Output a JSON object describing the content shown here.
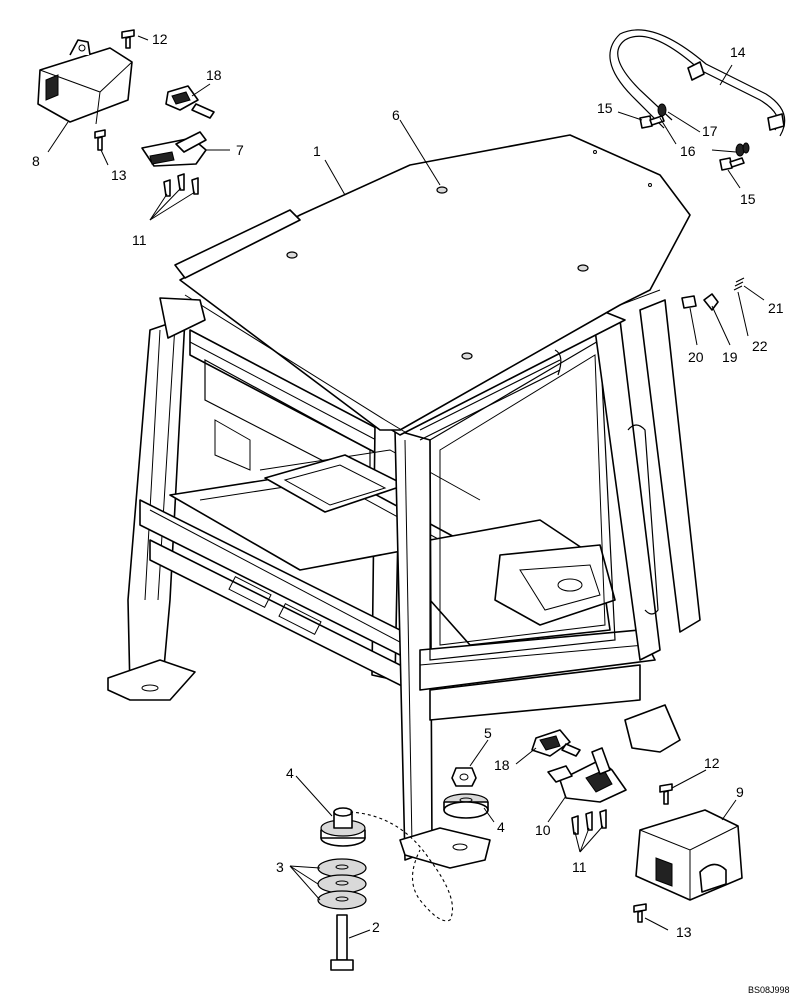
{
  "drawing_code": "BS08J998",
  "callouts": [
    {
      "id": "c1",
      "label": "1"
    },
    {
      "id": "c2",
      "label": "2"
    },
    {
      "id": "c3",
      "label": "3"
    },
    {
      "id": "c4a",
      "label": "4"
    },
    {
      "id": "c4b",
      "label": "4"
    },
    {
      "id": "c5",
      "label": "5"
    },
    {
      "id": "c6",
      "label": "6"
    },
    {
      "id": "c7",
      "label": "7"
    },
    {
      "id": "c8",
      "label": "8"
    },
    {
      "id": "c9",
      "label": "9"
    },
    {
      "id": "c10",
      "label": "10"
    },
    {
      "id": "c11a",
      "label": "11"
    },
    {
      "id": "c11b",
      "label": "11"
    },
    {
      "id": "c12a",
      "label": "12"
    },
    {
      "id": "c12b",
      "label": "12"
    },
    {
      "id": "c13a",
      "label": "13"
    },
    {
      "id": "c13b",
      "label": "13"
    },
    {
      "id": "c14",
      "label": "14"
    },
    {
      "id": "c15a",
      "label": "15"
    },
    {
      "id": "c15b",
      "label": "15"
    },
    {
      "id": "c16",
      "label": "16"
    },
    {
      "id": "c17",
      "label": "17"
    },
    {
      "id": "c18a",
      "label": "18"
    },
    {
      "id": "c18b",
      "label": "18"
    },
    {
      "id": "c19",
      "label": "19"
    },
    {
      "id": "c20",
      "label": "20"
    },
    {
      "id": "c21",
      "label": "21"
    },
    {
      "id": "c22",
      "label": "22"
    }
  ]
}
